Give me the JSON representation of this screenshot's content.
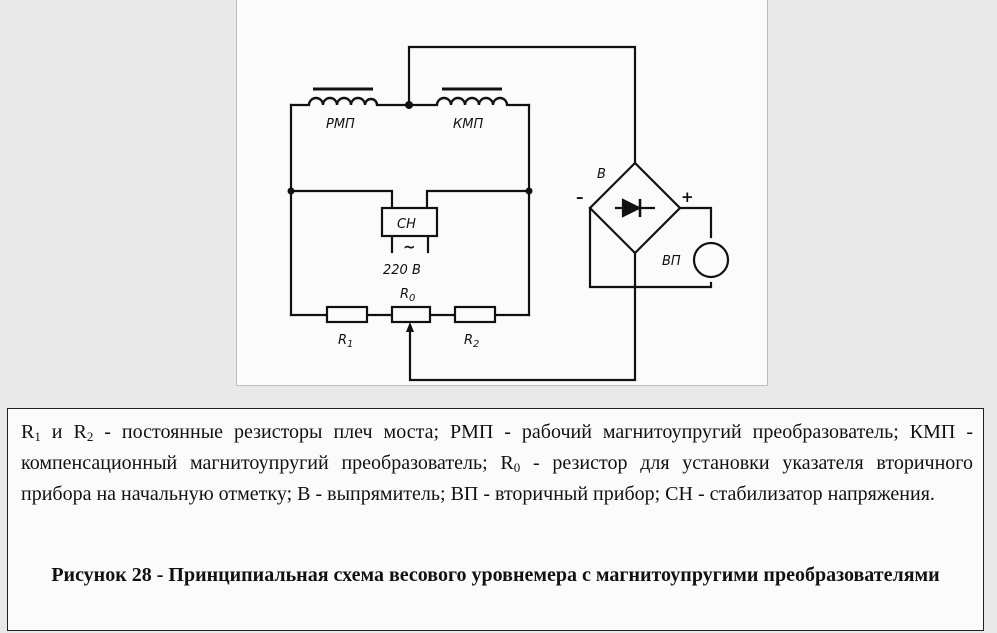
{
  "diagram": {
    "labels": {
      "rmp": "РМП",
      "kmp": "КМП",
      "sn": "СН",
      "ac_symbol": "~",
      "voltage": "220 В",
      "r0_main": "R",
      "r0_sub": "0",
      "r1_main": "R",
      "r1_sub": "1",
      "r2_main": "R",
      "r2_sub": "2",
      "rectifier": "В",
      "minus": "–",
      "plus": "+",
      "meter": "ВП"
    }
  },
  "caption": {
    "r1": "R",
    "r1_sub": "1",
    "and": " и ",
    "r2": "R",
    "r2_sub": "2",
    "part1": " - постоянные резисторы плеч моста; РМП - рабочий магнитоупругий преобразователь; КМП - компенсационный магнитоупругий преобразователь; ",
    "r0": "R",
    "r0_sub": "0",
    "part2": " - резистор для установки указателя вторичного прибора на начальную отметку; В - выпрямитель; ВП - вторичный прибор; СН - стабилизатор напряжения.",
    "figure_title": "Рисунок 28 - Принципиальная схема весового уровнемера с магнитоупругими преобразователями"
  }
}
